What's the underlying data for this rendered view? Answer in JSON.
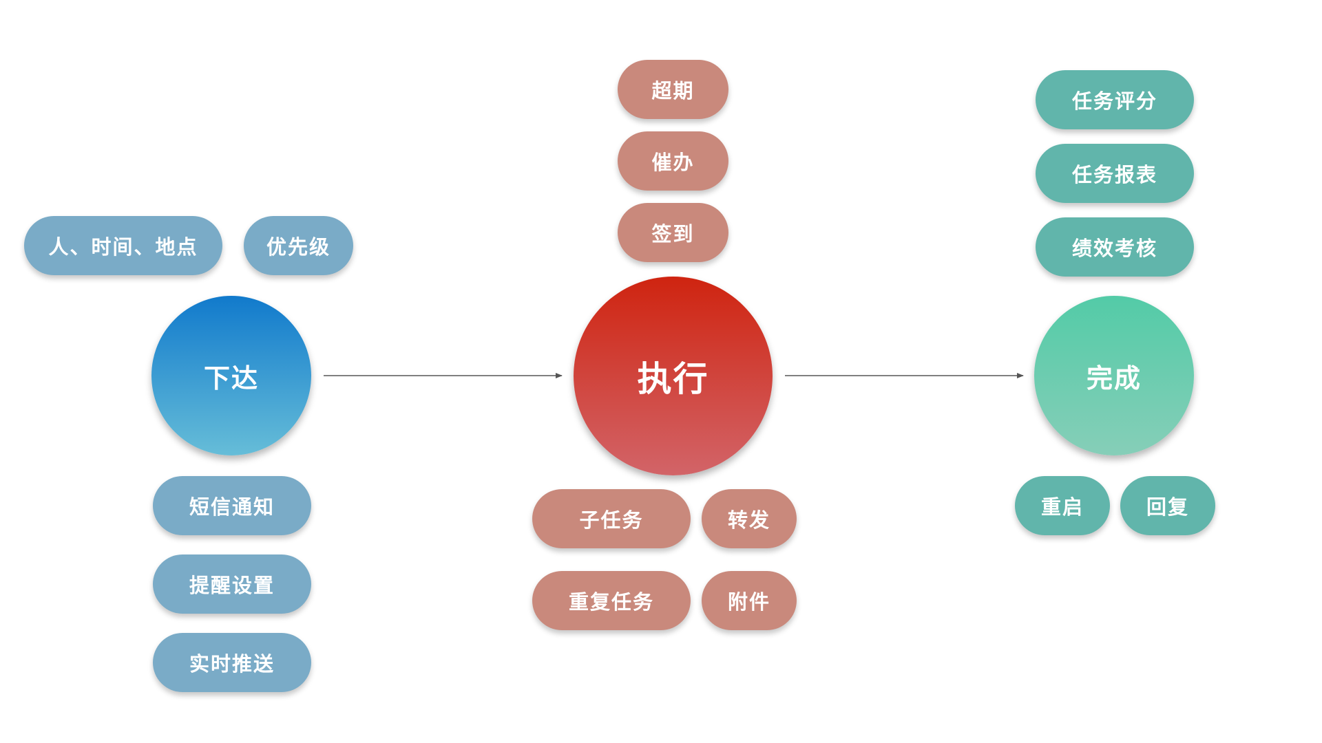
{
  "stages": {
    "assign": "下达",
    "execute": "执行",
    "complete": "完成"
  },
  "assign_top": [
    "人、时间、地点",
    "优先级"
  ],
  "assign_bottom": [
    "短信通知",
    "提醒设置",
    "实时推送"
  ],
  "execute_top": [
    "超期",
    "催办",
    "签到"
  ],
  "execute_bottom": [
    "子任务",
    "转发",
    "重复任务",
    "附件"
  ],
  "complete_top": [
    "任务评分",
    "任务报表",
    "绩效考核"
  ],
  "complete_bottom": [
    "重启",
    "回复"
  ],
  "colors": {
    "blue_pill": "#7aabc7",
    "red_pill": "#c9897c",
    "green_pill": "#61b5ab",
    "assign_circle": "#117acc",
    "execute_circle": "#cf2410",
    "complete_circle": "#53cba7",
    "arrow": "#555555"
  }
}
